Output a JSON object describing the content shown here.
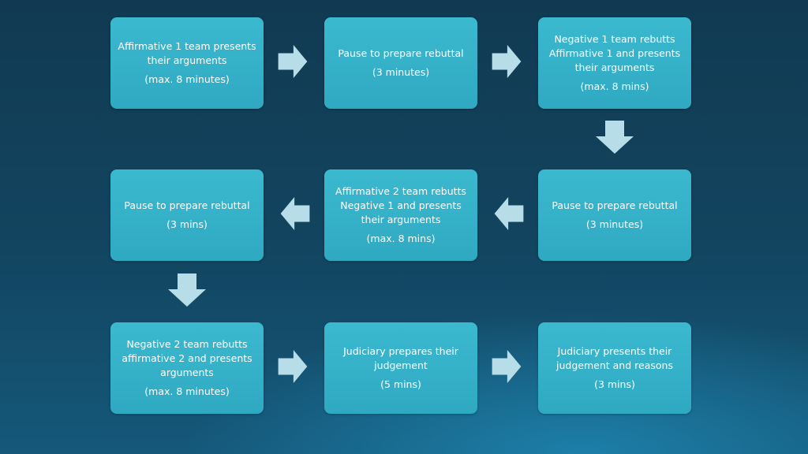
{
  "colors": {
    "box_fill": "#36b2c9",
    "arrow_fill": "#b7dde8",
    "text": "#ffffff"
  },
  "steps": [
    {
      "title": "Affirmative 1 team presents their arguments",
      "duration": "(max. 8 minutes)"
    },
    {
      "title": "Pause to prepare rebuttal",
      "duration": "(3 minutes)"
    },
    {
      "title": "Negative 1 team rebutts Affirmative 1 and presents their arguments",
      "duration": "(max. 8 mins)"
    },
    {
      "title": "Pause to prepare rebuttal",
      "duration": "(3 minutes)"
    },
    {
      "title": "Affirmative 2 team rebutts Negative 1 and presents their arguments",
      "duration": "(max. 8 mins)"
    },
    {
      "title": "Pause to prepare rebuttal",
      "duration": "(3 mins)"
    },
    {
      "title": "Negative 2 team rebutts affirmative 2 and presents arguments",
      "duration": "(max. 8 minutes)"
    },
    {
      "title": "Judiciary prepares their judgement",
      "duration": "(5 mins)"
    },
    {
      "title": "Judiciary presents their judgement and reasons",
      "duration": "(3 mins)"
    }
  ],
  "arrows": [
    {
      "icon": "arrow-right-icon"
    },
    {
      "icon": "arrow-right-icon"
    },
    {
      "icon": "arrow-down-icon"
    },
    {
      "icon": "arrow-left-icon"
    },
    {
      "icon": "arrow-left-icon"
    },
    {
      "icon": "arrow-down-icon"
    },
    {
      "icon": "arrow-right-icon"
    },
    {
      "icon": "arrow-right-icon"
    }
  ]
}
